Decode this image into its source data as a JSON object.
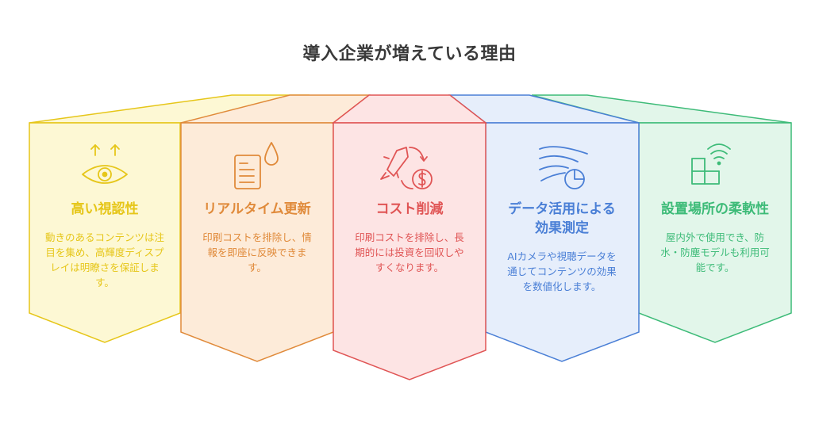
{
  "title": "導入企業が増えている理由",
  "cards": [
    {
      "title": "高い視認性",
      "desc": "動きのあるコンテンツは注目を集め、高輝度ディスプレイは明瞭さを保証します。",
      "icon": "eye-with-arrows-icon",
      "color": "#e6c619",
      "fill": "#fdf8d4"
    },
    {
      "title": "リアルタイム更新",
      "desc": "印刷コストを排除し、情報を即座に反映できます。",
      "icon": "document-droplet-icon",
      "color": "#e08a3a",
      "fill": "#fdebd9"
    },
    {
      "title": "コスト削減",
      "desc": "印刷コストを排除し、長期的には投資を回収しやすくなります。",
      "icon": "rocket-dollar-icon",
      "color": "#e05555",
      "fill": "#fde4e4"
    },
    {
      "title": "データ活用による効果測定",
      "desc": "AIカメラや視聴データを通じてコンテンツの効果を数値化します。",
      "icon": "signal-chart-icon",
      "color": "#4a7fd6",
      "fill": "#e6eefb"
    },
    {
      "title": "設置場所の柔軟性",
      "desc": "屋内外で使用でき、防水・防塵モデルも利用可能です。",
      "icon": "window-wifi-icon",
      "color": "#3dbb78",
      "fill": "#e2f6ea"
    }
  ]
}
